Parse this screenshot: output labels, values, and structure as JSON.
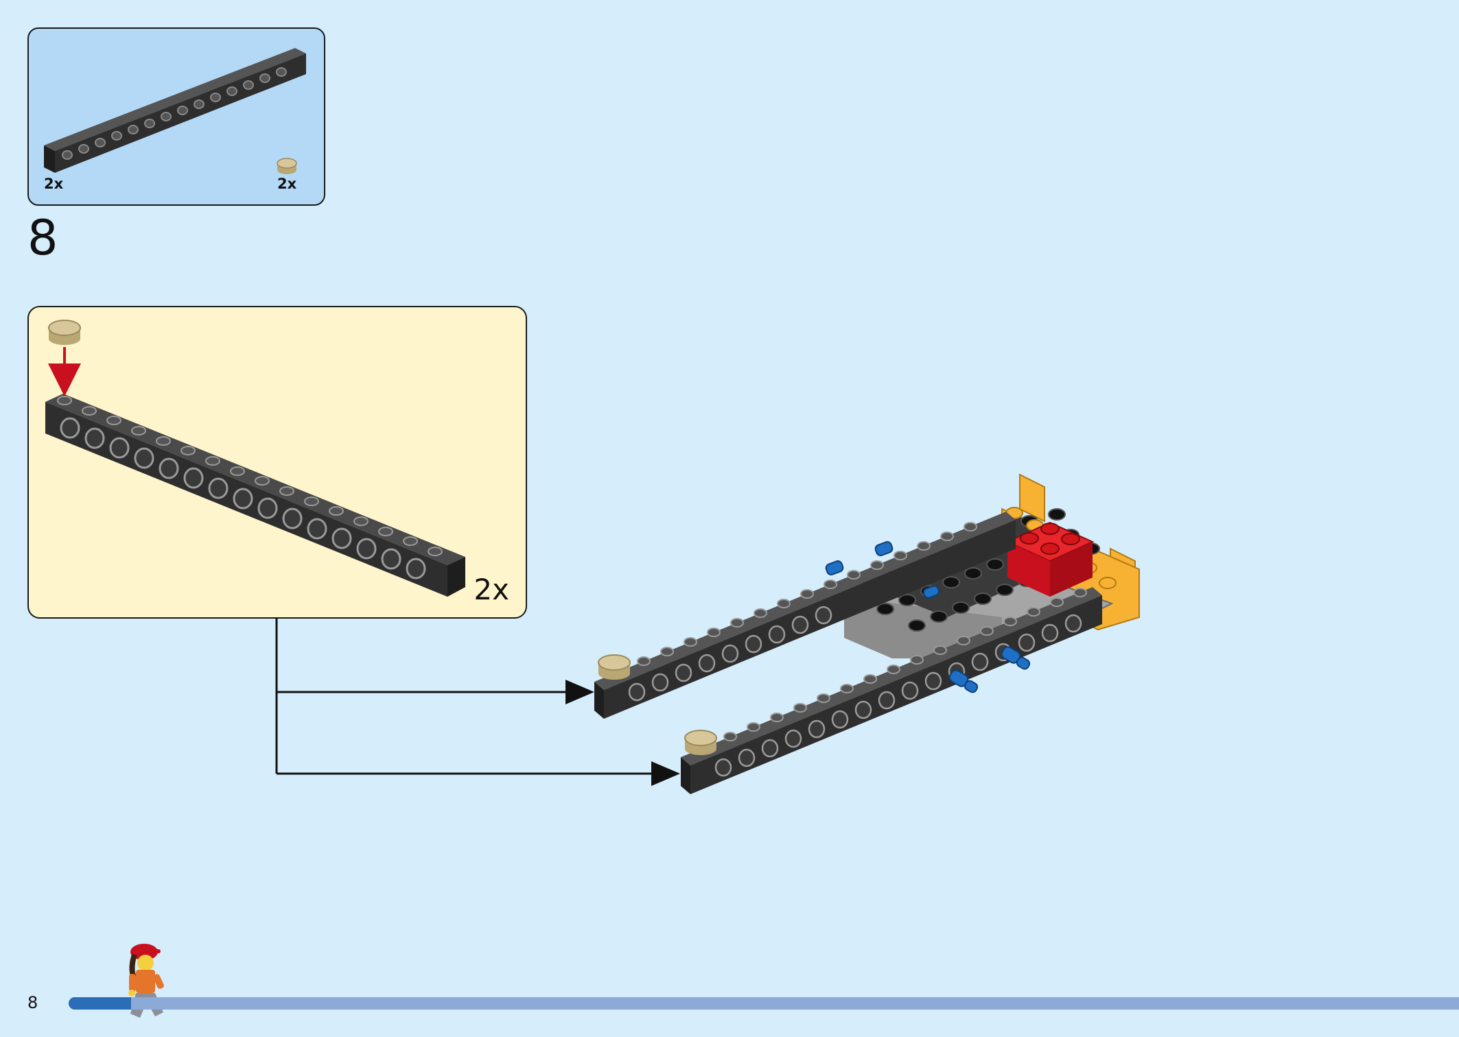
{
  "parts_list": {
    "items": [
      {
        "part": "technic-beam-15-black-icon",
        "quantity": "2x"
      },
      {
        "part": "round-tile-tan-icon",
        "quantity": "2x"
      }
    ]
  },
  "step": {
    "number": "8",
    "sub_assembly_quantity": "2x"
  },
  "page": {
    "number": "8",
    "progress": 0.045
  },
  "colors": {
    "background": "#d6edfb",
    "parts_box": "#b4d9f6",
    "sub_box": "#fff5cc",
    "beam": "#2e2e2e",
    "tan": "#d8c79a",
    "red": "#d4161b",
    "yellow": "#f7b233",
    "grey": "#a0a0a0",
    "blue_pin": "#1f6fc4",
    "arrow_red": "#c8101e",
    "progress_fill": "#2b6db8",
    "progress_track": "#8caad8"
  }
}
